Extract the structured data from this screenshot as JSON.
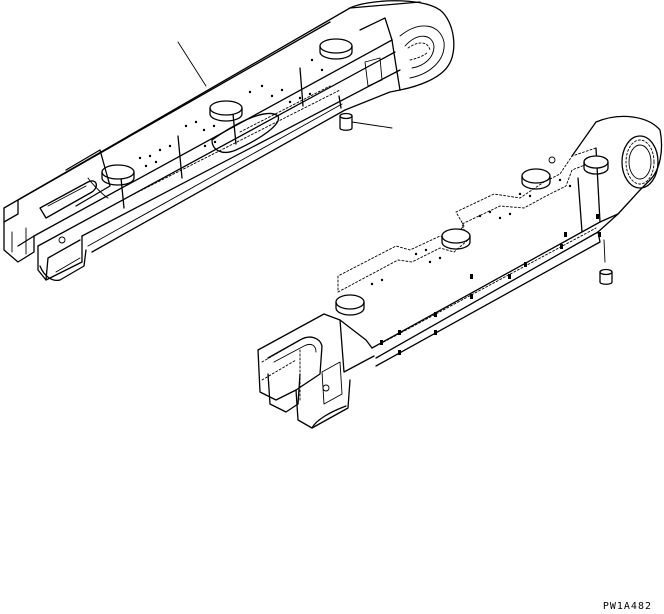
{
  "figure": {
    "code": "PW1A482",
    "background_color": "#ffffff",
    "line_color": "#000000"
  },
  "parts": [
    {
      "name": "track-frame-left",
      "callout": ""
    },
    {
      "name": "plug-left",
      "callout": ""
    },
    {
      "name": "track-frame-right",
      "callout": ""
    },
    {
      "name": "plug-right",
      "callout": ""
    }
  ]
}
